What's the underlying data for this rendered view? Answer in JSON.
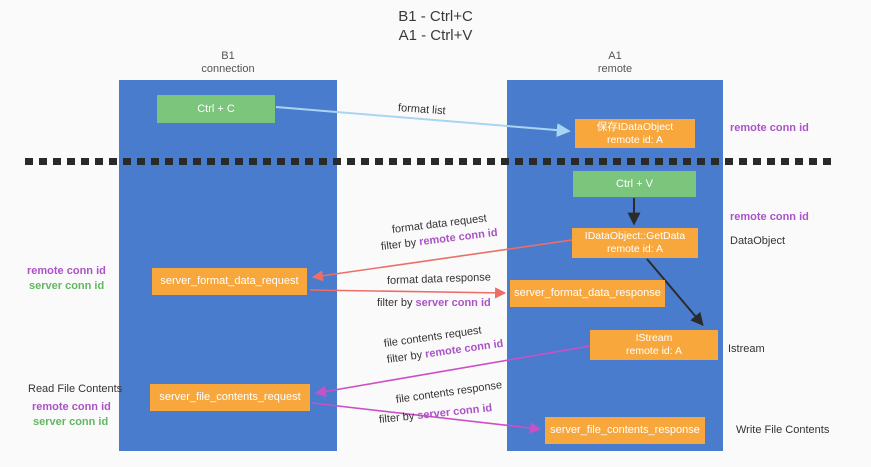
{
  "title": {
    "line1": "B1 - Ctrl+C",
    "line2": "A1 - Ctrl+V"
  },
  "lanes": {
    "b1": {
      "name": "B1",
      "role": "connection"
    },
    "a1": {
      "name": "A1",
      "role": "remote"
    }
  },
  "nodes": {
    "ctrl_c": {
      "label": "Ctrl + C"
    },
    "ctrl_v": {
      "label": "Ctrl + V"
    },
    "save_dataobject": {
      "line1": "保存IDataObject",
      "line2": "remote id: A"
    },
    "getdata": {
      "line1": "IDataObject::GetData",
      "line2": "remote id: A"
    },
    "format_request": {
      "label": "server_format_data_request"
    },
    "format_response": {
      "label": "server_format_data_response"
    },
    "istream": {
      "line1": "IStream",
      "line2": "remote id: A"
    },
    "file_request": {
      "label": "server_file_contents_request"
    },
    "file_response": {
      "label": "server_file_contents_response"
    }
  },
  "flow_labels": {
    "format_list": "format list",
    "format_request": "format data request",
    "format_request_filter": {
      "prefix": "filter by",
      "key": "remote conn id"
    },
    "format_response": "format data response",
    "format_response_filter": {
      "prefix": "filter by",
      "key": "server conn id"
    },
    "file_request": "file contents request",
    "file_request_filter": {
      "prefix": "filter by",
      "key": "remote conn id"
    },
    "file_response": "file contents response",
    "file_response_filter": {
      "prefix": "filter by",
      "key": "server conn id"
    }
  },
  "left_labels": {
    "remote_conn_id_1": "remote conn id",
    "server_conn_id_1": "server conn id",
    "read_file_contents": "Read File Contents",
    "remote_conn_id_2": "remote conn id",
    "server_conn_id_2": "server conn id"
  },
  "right_labels": {
    "remote_conn_id_1": "remote conn id",
    "remote_conn_id_2": "remote conn id",
    "dataobject": "DataObject",
    "istream": "Istream",
    "write_file_contents": "Write File Contents"
  },
  "colors": {
    "lane_blue": "#4a7ccd",
    "node_orange": "#f8a73d",
    "node_green": "#7cc57d",
    "arrow_light_blue": "#a8d5f2",
    "arrow_salmon": "#ec6f67",
    "arrow_magenta": "#cc50c5",
    "arrow_black": "#2b2b2b",
    "label_purple": "#ab53c6",
    "label_green": "#61b861",
    "dash_line": "#2a2a2a"
  }
}
